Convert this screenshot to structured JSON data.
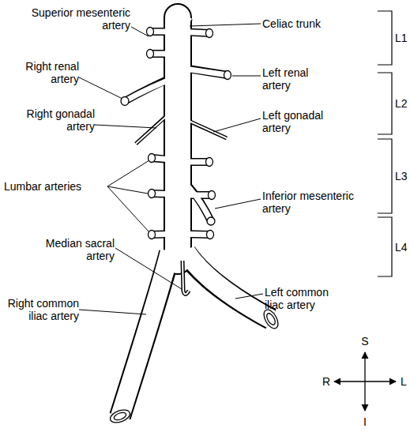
{
  "diagram": {
    "labels": [
      "Superior mesenteric artery",
      "Celiac trunk",
      "L1",
      "Right renal artery",
      "Left renal artery",
      "L2",
      "Right gonadal artery",
      "Left gonadal artery",
      "L3",
      "Lumbar arteries",
      "Inferior mesenteric artery",
      "L4",
      "Median sacral artery",
      "Right common iliac artery",
      "Left common iliac artery",
      "S",
      "R",
      "L",
      "I"
    ]
  }
}
